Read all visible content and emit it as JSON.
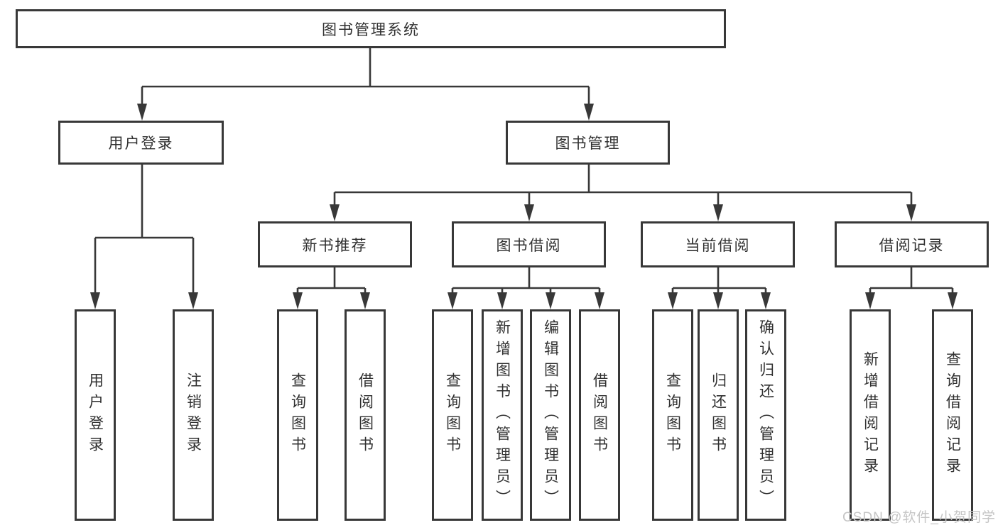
{
  "tree": {
    "label": "图书管理系统",
    "children": [
      {
        "label": "用户登录",
        "children": [
          {
            "label": "用户登录"
          },
          {
            "label": "注销登录"
          }
        ]
      },
      {
        "label": "图书管理",
        "children": [
          {
            "label": "新书推荐",
            "children": [
              {
                "label": "查询图书"
              },
              {
                "label": "借阅图书"
              }
            ]
          },
          {
            "label": "图书借阅",
            "children": [
              {
                "label": "查询图书"
              },
              {
                "label": "新增图书（管理员）"
              },
              {
                "label": "编辑图书（管理员）"
              },
              {
                "label": "借阅图书"
              }
            ]
          },
          {
            "label": "当前借阅",
            "children": [
              {
                "label": "查询图书"
              },
              {
                "label": "归还图书"
              },
              {
                "label": "确认归还（管理员）"
              }
            ]
          },
          {
            "label": "借阅记录",
            "children": [
              {
                "label": "新增借阅记录"
              },
              {
                "label": "查询借阅记录"
              }
            ]
          }
        ]
      }
    ]
  },
  "watermark": {
    "text": "CSDN @软件_小贺同学"
  },
  "colors": {
    "line": "#383838",
    "box_border": "#383838",
    "text": "#303030",
    "watermark": "#c5c5c5",
    "background": "#ffffff"
  }
}
